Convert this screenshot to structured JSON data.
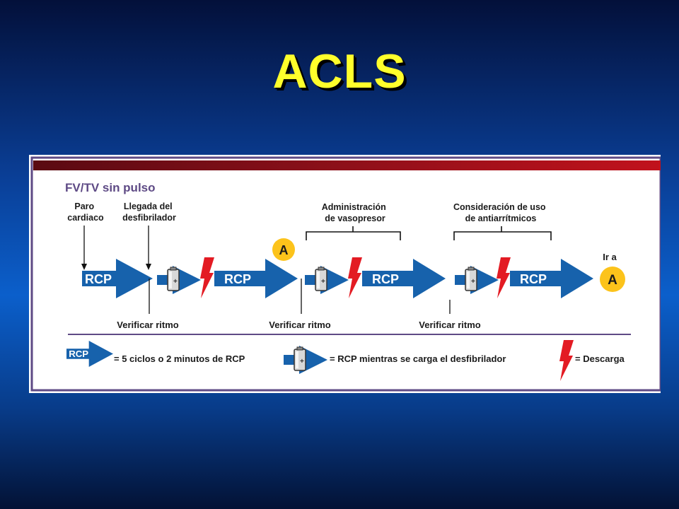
{
  "slide": {
    "title": "ACLS"
  },
  "diagram": {
    "heading": "FV/TV sin pulso",
    "labels": {
      "paro": [
        "Paro",
        "cardiaco"
      ],
      "llegada": [
        "Llegada del",
        "desfibrilador"
      ],
      "vasopresor": [
        "Administración",
        "de vasopresor"
      ],
      "antiarritmicos": [
        "Consideración de uso",
        "de antiarrítmicos"
      ],
      "ir_a": "Ir a",
      "circle": "A",
      "rcp": "RCP",
      "verificar": "Verificar ritmo"
    },
    "legend": {
      "rcp_text": "= 5 ciclos o 2 minutos de RCP",
      "charge_text": "= RCP mientras se carga el desfibrilador",
      "shock_text": "= Descarga"
    },
    "colors": {
      "arrow_blue": "#1762ac",
      "shock_red": "#e31b23",
      "circle_yellow": "#fcc31b",
      "bar_dark": "#7a0e17",
      "border_purple": "#5e4a85",
      "separator": "#5e4a85"
    }
  }
}
